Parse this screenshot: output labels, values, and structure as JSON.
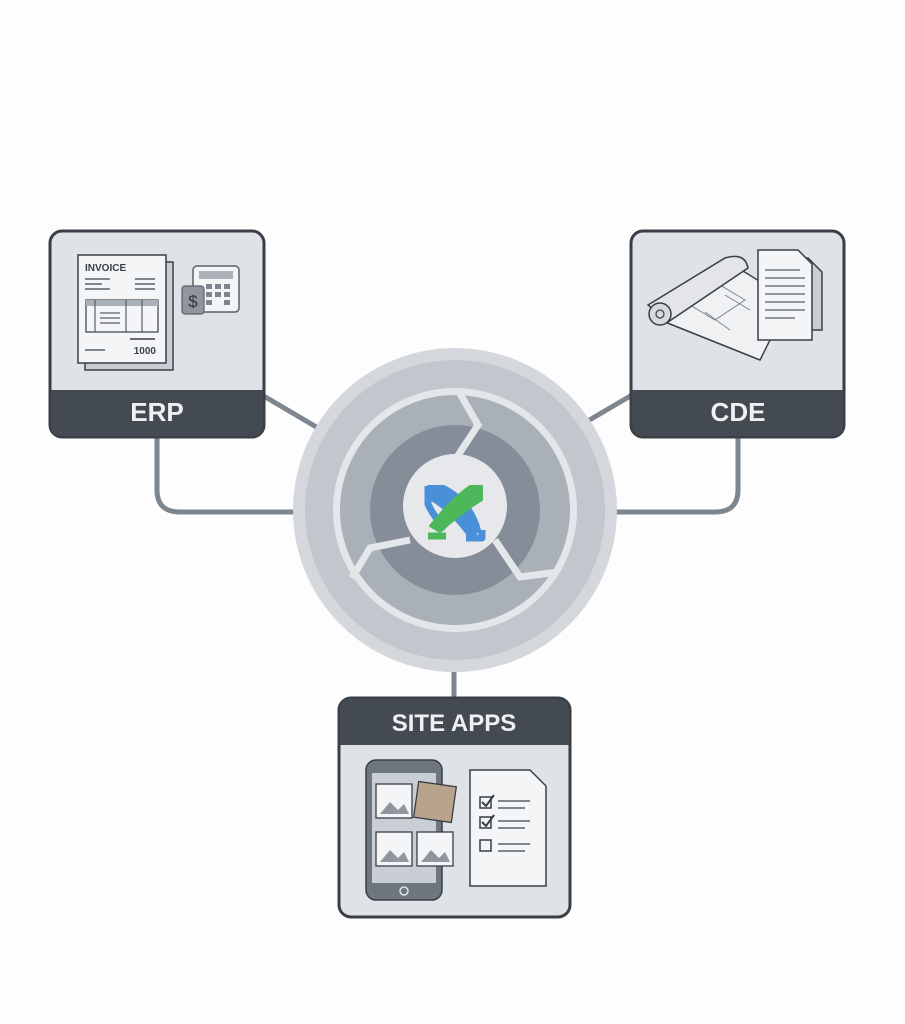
{
  "nodes": {
    "erp": {
      "label": "ERP",
      "invoice_title": "INVOICE",
      "invoice_total": "1000",
      "currency_symbol": "$"
    },
    "cde": {
      "label": "CDE"
    },
    "site_apps": {
      "label": "SITE APPS"
    }
  },
  "hub": {
    "icon": "interlocking-logo-icon"
  },
  "colors": {
    "box_fill": "#dfe2e6",
    "header": "#444a52",
    "border": "#3a3f46",
    "logo_blue": "#4a90d9",
    "logo_green": "#4cb85a"
  }
}
